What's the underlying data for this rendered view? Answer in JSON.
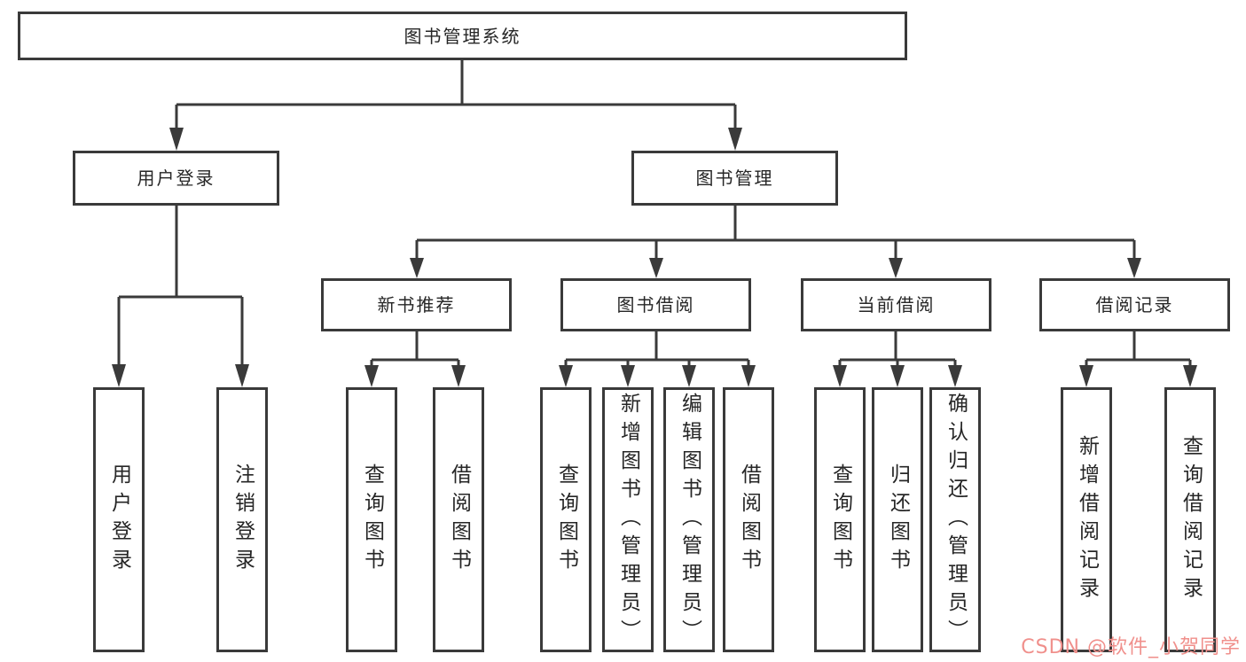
{
  "colors": {
    "line": "#3A3A3A",
    "text": "#262626",
    "background": "#FFFFFF",
    "watermark": "#F0908C"
  },
  "watermark": {
    "text": "CSDN @软件_小贺同学"
  },
  "tree": {
    "root": {
      "label": "图书管理系统",
      "children": [
        {
          "label": "用户登录",
          "children": [
            {
              "label": "用户登录"
            },
            {
              "label": "注销登录"
            }
          ]
        },
        {
          "label": "图书管理",
          "children": [
            {
              "label": "新书推荐",
              "children": [
                {
                  "label": "查询图书"
                },
                {
                  "label": "借阅图书"
                }
              ]
            },
            {
              "label": "图书借阅",
              "children": [
                {
                  "label": "查询图书"
                },
                {
                  "label": "新增图书（管理员）"
                },
                {
                  "label": "编辑图书（管理员）"
                },
                {
                  "label": "借阅图书"
                }
              ]
            },
            {
              "label": "当前借阅",
              "children": [
                {
                  "label": "查询图书"
                },
                {
                  "label": "归还图书"
                },
                {
                  "label": "确认归还（管理员）"
                }
              ]
            },
            {
              "label": "借阅记录",
              "children": [
                {
                  "label": "新增借阅记录"
                },
                {
                  "label": "查询借阅记录"
                }
              ]
            }
          ]
        }
      ]
    }
  }
}
